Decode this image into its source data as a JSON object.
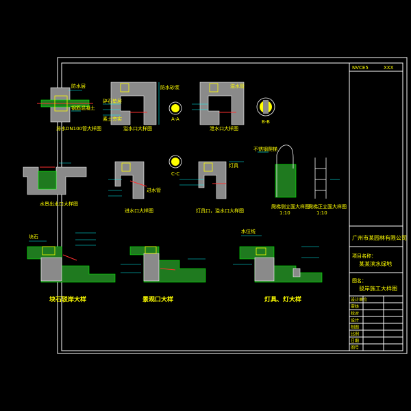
{
  "drawing": {
    "header_left": "NVCE5",
    "header_right": "XXX",
    "company": "广州市某园林有限公司",
    "project_label": "项目名称：",
    "project_name": "某某滨水绿地",
    "drawing_label": "图名：",
    "drawing_name": "驳岸施工大样图",
    "table_rows": [
      "设计单位",
      "审核",
      "校对",
      "设计",
      "制图",
      "比例",
      "日期",
      "图号"
    ]
  },
  "details": {
    "d1": "排水DN100管大样图",
    "d2": "溢水口大样图",
    "d3": "泄水口大样图",
    "d4": "A-A",
    "d5": "B-B",
    "d6": "水景出水口大样图",
    "d7": "进水口大样图",
    "d8": "灯具口，溢水口大样图",
    "d9": "爬梯侧立面大样图",
    "d10": "爬梯正立面大样图",
    "d11": "1:10",
    "d12": "1:10",
    "d13": "C-C",
    "s1": "块石驳岸大样",
    "s2": "景观口大样",
    "s3": "灯具、灯大样"
  },
  "notes": {
    "n1": "防水层",
    "n2": "钢筋混凝土",
    "n3": "防水砂浆",
    "n4": "碎石垫层",
    "n5": "素土夯实",
    "n6": "溢水管",
    "n7": "进水管",
    "n8": "灯具",
    "n9": "不锈钢爬梯",
    "n10": "块石",
    "n11": "水位线"
  },
  "colors": {
    "frame": "#ffffff",
    "text": "#ffff00",
    "fill_green": "#1f7a1f",
    "concrete": "#8a8a8a",
    "pipe": "#ff3030",
    "dim": "#00ffff"
  }
}
